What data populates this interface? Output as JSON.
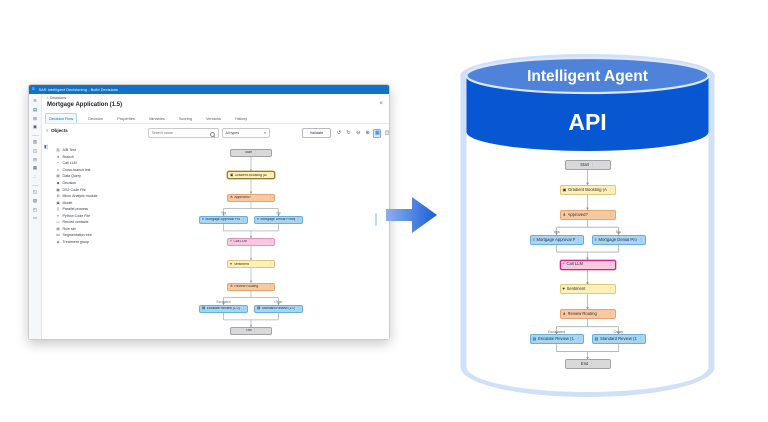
{
  "app_window": {
    "title": "SAS Intelligent Decisioning - Build Decisions",
    "breadcrumb_back": "‹",
    "breadcrumb": "Decisions",
    "doc_title": "Mortgage Application (1.5)",
    "close_label": "×",
    "tabs": [
      "Decision Flow",
      "Decision",
      "Properties",
      "Variables",
      "Scoring",
      "Versions",
      "History"
    ],
    "active_tab_index": 0,
    "objects": {
      "header": "Objects",
      "items": [
        {
          "icon": "ab-test-icon",
          "label": "A/B Test"
        },
        {
          "icon": "branch-icon",
          "label": "Branch"
        },
        {
          "icon": "call-llm-icon",
          "label": "Call LLM"
        },
        {
          "icon": "cross-branch-link-icon",
          "label": "Cross-branch link"
        },
        {
          "icon": "data-query-icon",
          "label": "Data Query"
        },
        {
          "icon": "decision-icon",
          "label": "Decision"
        },
        {
          "icon": "ds2-code-file-icon",
          "label": "DS2 Code File"
        },
        {
          "icon": "micro-analytic-module-icon",
          "label": "Micro Analytic module"
        },
        {
          "icon": "model-icon",
          "label": "Model"
        },
        {
          "icon": "parallel-process-icon",
          "label": "Parallel process"
        },
        {
          "icon": "python-code-file-icon",
          "label": "Python Code File"
        },
        {
          "icon": "record-contacts-icon",
          "label": "Record contacts"
        },
        {
          "icon": "rule-set-icon",
          "label": "Rule set"
        },
        {
          "icon": "segmentation-tree-icon",
          "label": "Segmentation tree"
        },
        {
          "icon": "treatment-group-icon",
          "label": "Treatment group"
        }
      ]
    },
    "canvas_toolbar": {
      "search_placeholder": "Search name",
      "type_filter": "All types",
      "validate_label": "Validate"
    }
  },
  "cylinder": {
    "top_label": "Intelligent Agent",
    "band_label": "API"
  },
  "flow": {
    "rows": [
      {
        "kind": "node",
        "type": "gray",
        "icon": null,
        "label": "Start"
      },
      {
        "kind": "node",
        "type": "yellow",
        "icon": "model-icon",
        "label": "Gradient Boosting (Advan...",
        "selected_in": "app"
      },
      {
        "kind": "node",
        "type": "orange",
        "icon": "branch-icon",
        "label": "Approved?"
      },
      {
        "kind": "pair",
        "left": {
          "type": "blue",
          "icon": "prompt-icon",
          "label": "Mortgage Approval Promp...",
          "branch_label": "Yes"
        },
        "right": {
          "type": "blue",
          "icon": "prompt-icon",
          "label": "Mortgage Denial Prompt (...",
          "branch_label": "No"
        }
      },
      {
        "kind": "node",
        "type": "pink",
        "icon": "llm-icon",
        "label": "Call LLM",
        "selected_in": "cylinder"
      },
      {
        "kind": "node",
        "type": "yellow",
        "icon": "sentiment-icon",
        "label": "Sentiment"
      },
      {
        "kind": "node",
        "type": "orange",
        "icon": "branch-icon",
        "label": "Review Routing"
      },
      {
        "kind": "pair",
        "left": {
          "type": "blue",
          "icon": "ruleset-icon",
          "label": "Escalate Review (1.0)",
          "branch_label": "Escalated"
        },
        "right": {
          "type": "blue",
          "icon": "ruleset-icon",
          "label": "Standard Review (1.0)",
          "branch_label": "Other"
        }
      },
      {
        "kind": "node",
        "type": "gray",
        "icon": null,
        "label": "End"
      }
    ]
  },
  "colors": {
    "titlebar": "#1272c4",
    "active_tab": "#1466b8",
    "arrow_start": "#8cb0ec",
    "arrow_end": "#1a5ed6",
    "cylinder_outline": "#cfe0f8",
    "cylinder_top": "#4e83d9",
    "cylinder_band": "#0857d2",
    "node_gray": "#d9d9d9",
    "node_yellow": "#fcf0b8",
    "node_orange": "#f8c9a0",
    "node_blue": "#a9d5f4",
    "node_pink": "#f7c8e0"
  }
}
